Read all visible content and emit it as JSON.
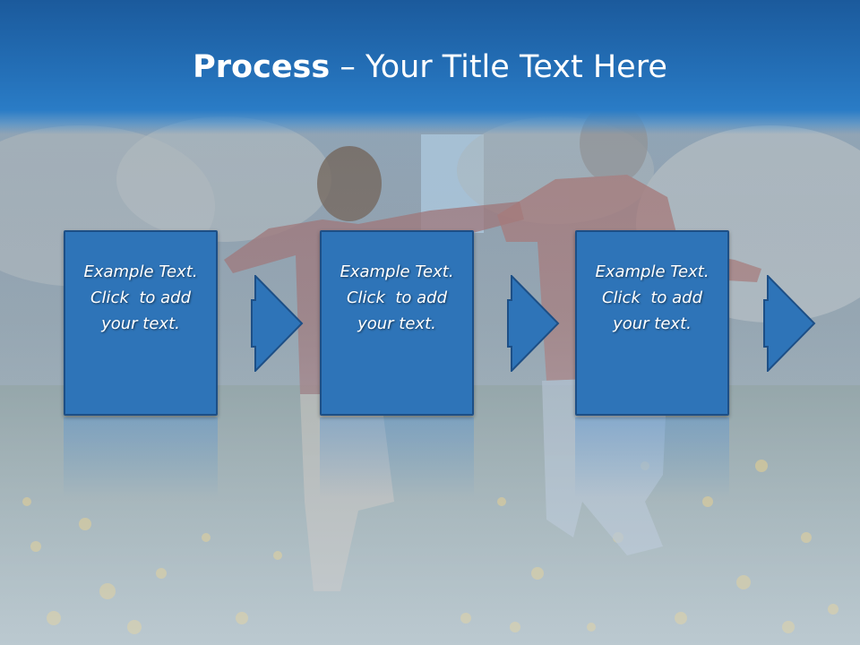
{
  "slide": {
    "title_bold": "Process",
    "title_rest": " – Your Title Text Here"
  },
  "steps": [
    {
      "lines": [
        "Example Text.",
        "Click  to add",
        "your text."
      ]
    },
    {
      "lines": [
        "Example Text.",
        "Click  to add",
        "your text."
      ]
    },
    {
      "lines": [
        "Example Text.",
        "Click  to add",
        "your text."
      ]
    }
  ],
  "colors": {
    "title_bar": "#2470b8",
    "box_fill": "#2e74b8",
    "box_border": "#1d4f86",
    "arrow_fill": "#2e74b8",
    "text": "#ffffff"
  },
  "icons": [
    "arrow-right-icon"
  ]
}
